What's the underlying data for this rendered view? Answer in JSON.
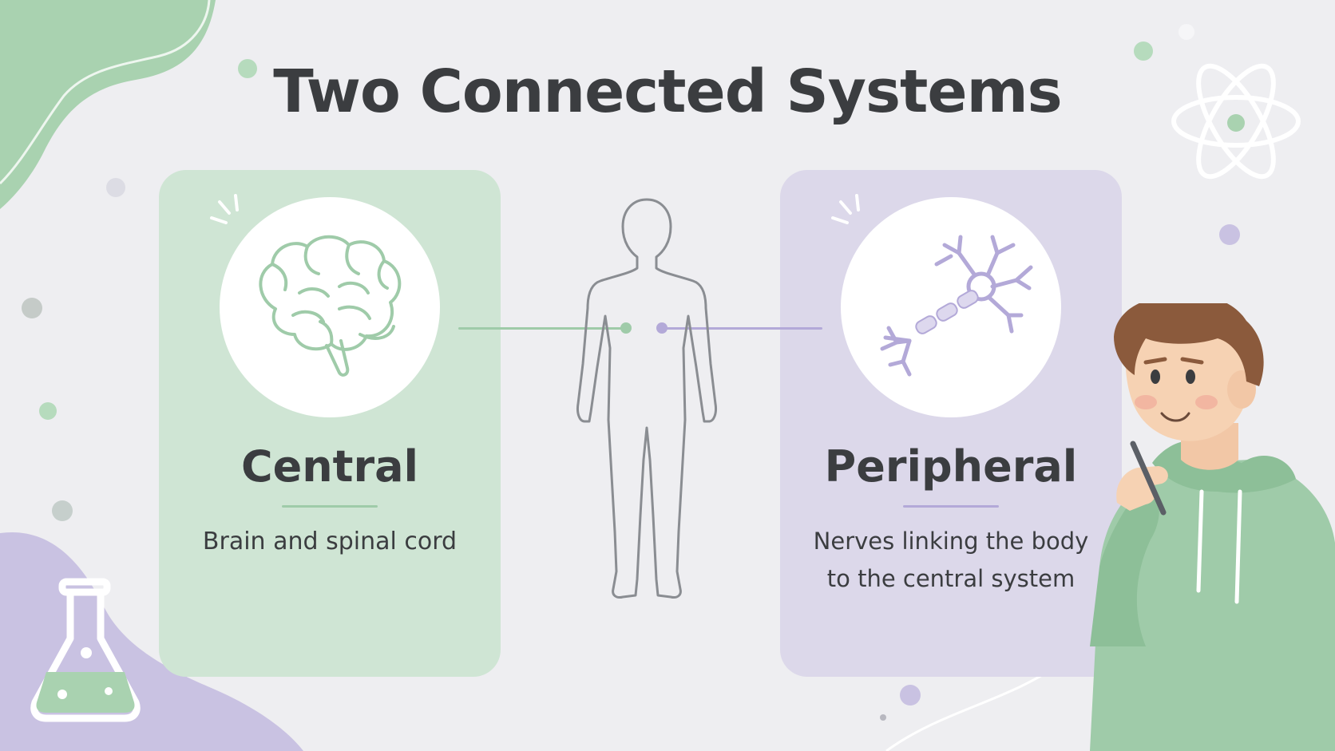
{
  "title": "Two Connected Systems",
  "colors": {
    "background": "#eeeef1",
    "green": "#9fcba9",
    "green_card": "#cfe5d4",
    "purple": "#b3a9d8",
    "purple_card": "#dcd8ea",
    "text": "#3b3d40"
  },
  "systems": [
    {
      "title": "Central",
      "description": "Brain and spinal cord",
      "icon": "brain-icon"
    },
    {
      "title": "Peripheral",
      "description_lines": [
        "Nerves linking the body",
        "to the central system"
      ],
      "icon": "neuron-icon"
    }
  ],
  "decorations": {
    "center": "human-body-icon",
    "corner_left_bottom": "flask-icon",
    "corner_right_top": "atom-icon",
    "character": "student-thinking"
  }
}
